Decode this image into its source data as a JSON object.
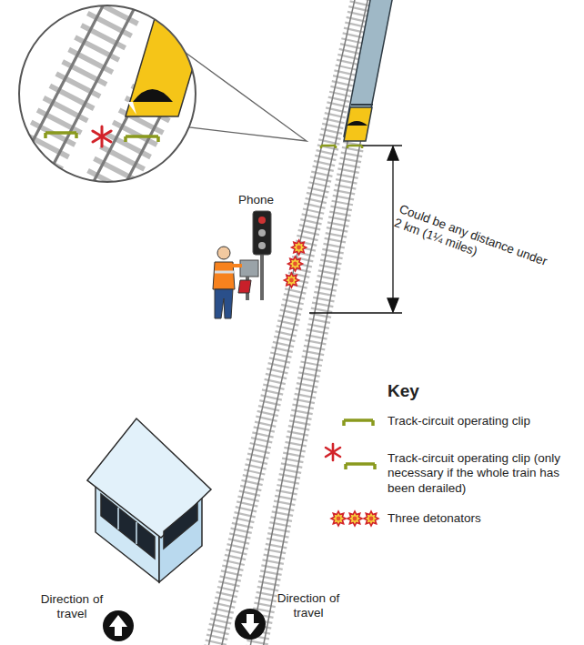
{
  "diagram": {
    "labels": [
      "Phone",
      "Could be any distance under 2 km (1¼ miles)",
      "Key",
      "Direction of travel",
      "Direction of travel"
    ],
    "legend": [
      {
        "text": "Track-circuit operating clip"
      },
      {
        "text": "Track-circuit operating clip (only necessary if the whole train has been derailed)"
      },
      {
        "text": "Three detonators"
      }
    ]
  }
}
